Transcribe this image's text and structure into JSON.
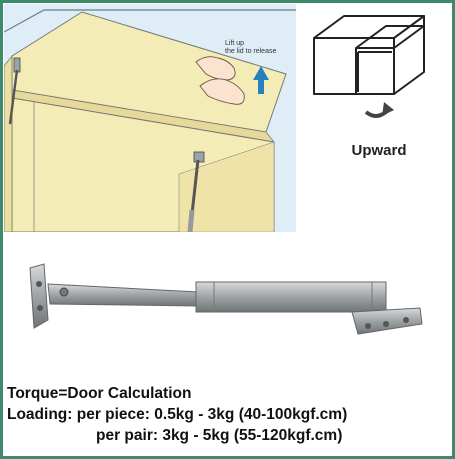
{
  "illustration": {
    "tip_line1": "Lift up",
    "tip_line2": "the lid to release"
  },
  "direction": {
    "label": "Upward",
    "icon": "rotate-up-arrow-icon"
  },
  "specs": {
    "title": "Torque=Door Calculation",
    "loading_line": "Loading: per piece: 0.5kg - 3kg (40-100kgf.cm)",
    "pair_line": "per pair: 3kg - 5kg (55-120kgf.cm)"
  },
  "colors": {
    "border": "#3f8a6a",
    "wood": "#f4ecb6",
    "arrow": "#2a7fc0"
  }
}
